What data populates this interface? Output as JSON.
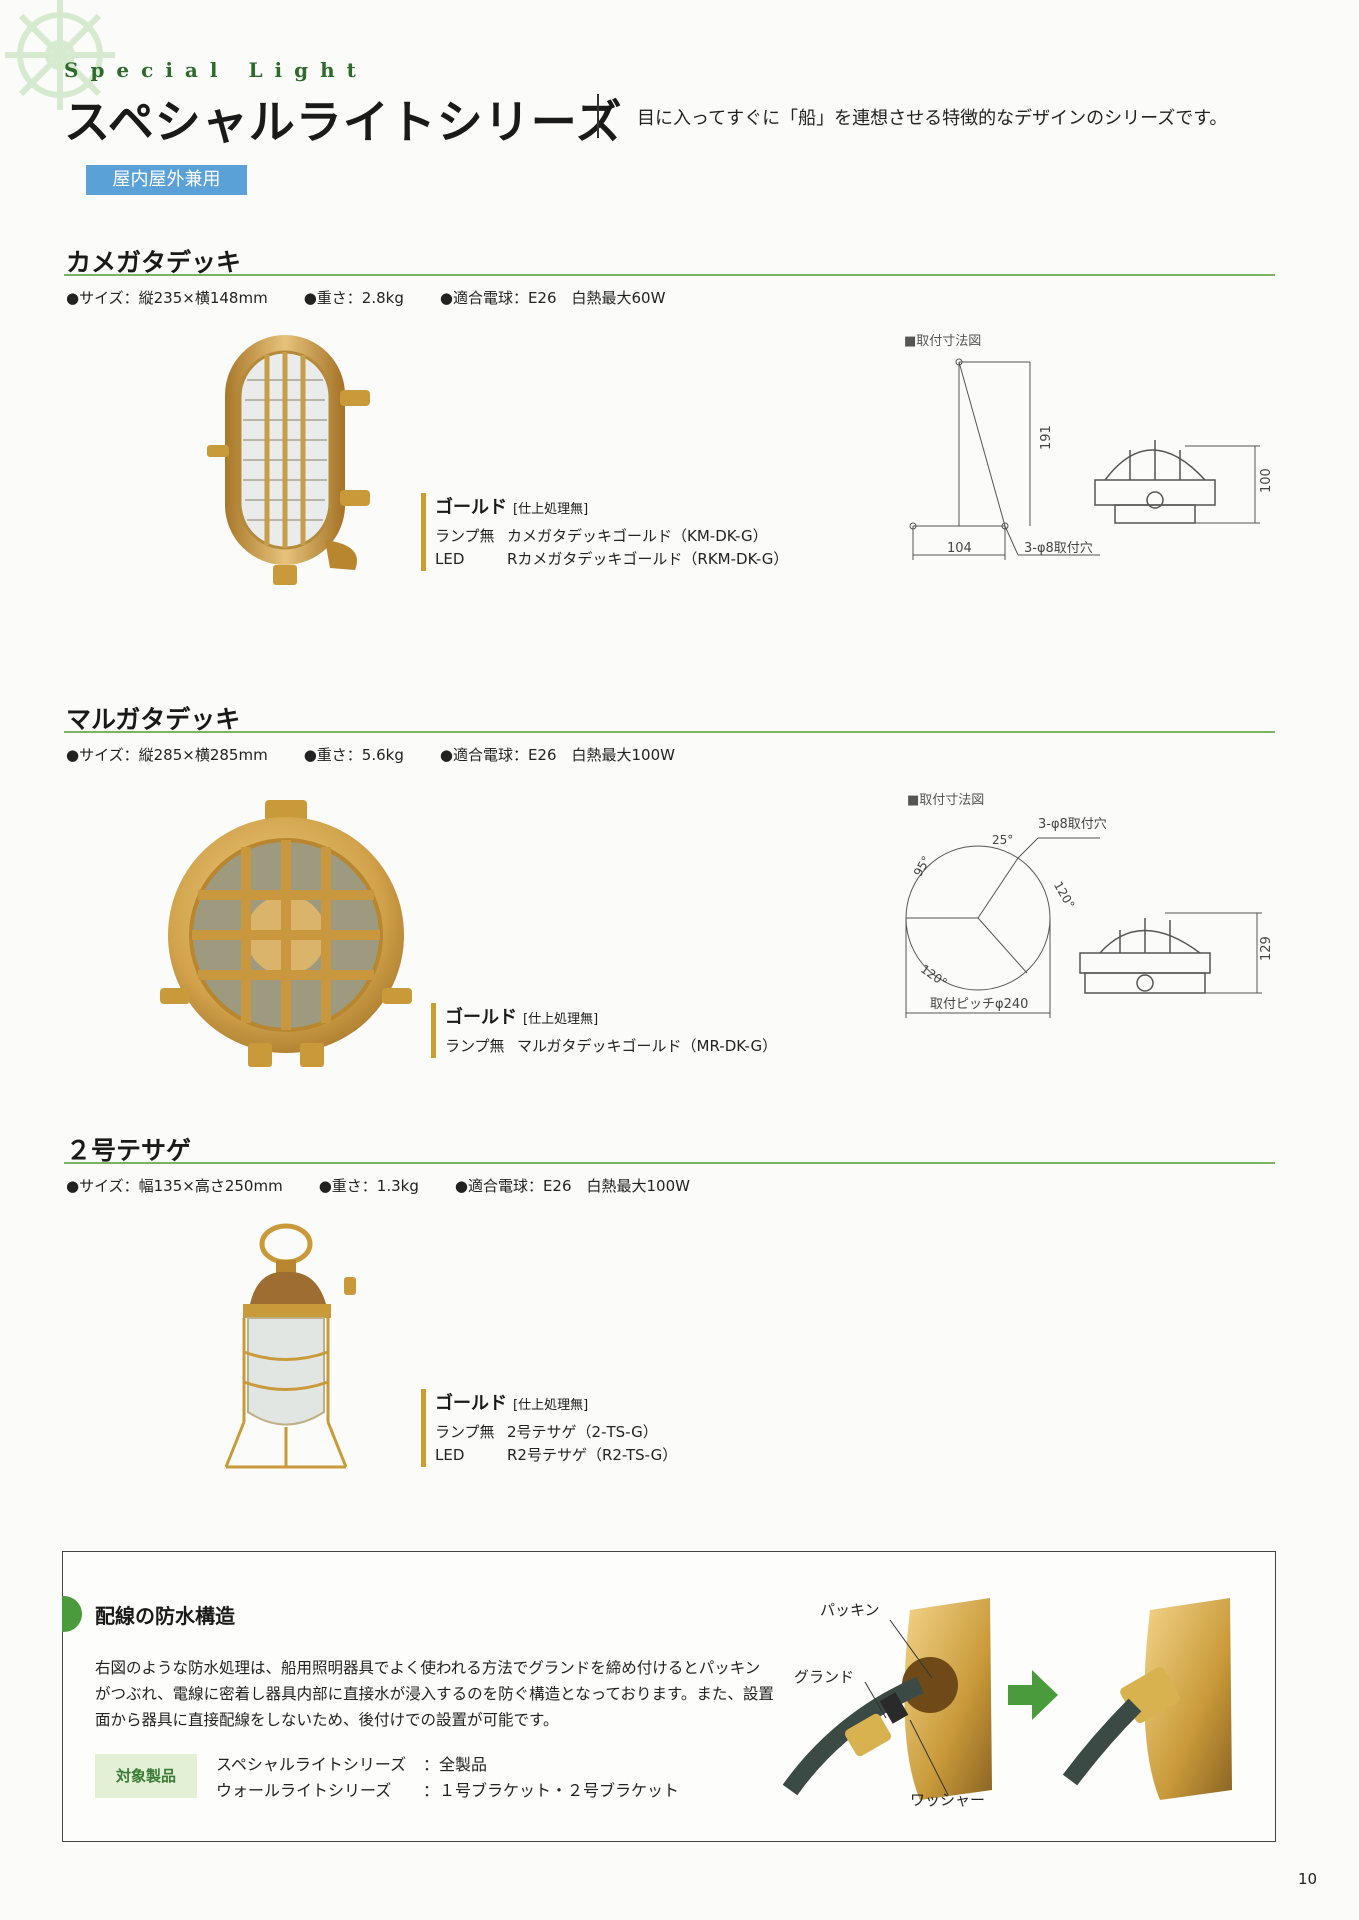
{
  "header": {
    "series_en": "Special Light",
    "series_jp": "スペシャルライトシリーズ",
    "description": "目に入ってすぐに「船」を連想させる特徴的なデザインのシリーズです。",
    "usage_badge": "屋内屋外兼用"
  },
  "products": [
    {
      "name": "カメガタデッキ",
      "specs": [
        "●サイズ：縦235×横148mm",
        "●重さ：2.8kg",
        "●適合電球：E26　白熱最大60W"
      ],
      "finish": "ゴールド",
      "finish_note": "[仕上処理無]",
      "variants": [
        {
          "label": "ランプ無",
          "text": "カメガタデッキゴールド（KM-DK-G）"
        },
        {
          "label": "LED",
          "text": "Rカメガタデッキゴールド（RKM-DK-G）"
        }
      ],
      "diagram": {
        "title": "■取付寸法図",
        "labels": [
          "191",
          "104",
          "3-φ8取付穴",
          "100"
        ]
      }
    },
    {
      "name": "マルガタデッキ",
      "specs": [
        "●サイズ：縦285×横285mm",
        "●重さ：5.6kg",
        "●適合電球：E26　白熱最大100W"
      ],
      "finish": "ゴールド",
      "finish_note": "[仕上処理無]",
      "variants": [
        {
          "label": "ランプ無",
          "text": "マルガタデッキゴールド（MR-DK-G）"
        }
      ],
      "diagram": {
        "title": "■取付寸法図",
        "labels": [
          "3-φ8取付穴",
          "25°",
          "95°",
          "120°",
          "120°",
          "129",
          "取付ピッチφ240"
        ]
      }
    },
    {
      "name": "２号テサゲ",
      "specs": [
        "●サイズ：幅135×高さ250mm",
        "●重さ：1.3kg",
        "●適合電球：E26　白熱最大100W"
      ],
      "finish": "ゴールド",
      "finish_note": "[仕上処理無]",
      "variants": [
        {
          "label": "ランプ無",
          "text": "2号テサゲ（2-TS-G）"
        },
        {
          "label": "LED",
          "text": "R2号テサゲ（R2-TS-G）"
        }
      ]
    }
  ],
  "waterproof": {
    "title": "配線の防水構造",
    "body": "右図のような防水処理は、船用照明器具でよく使われる方法でグランドを締め付けるとパッキンがつぶれ、電線に密着し器具内部に直接水が浸入するのを防ぐ構造となっております。また、設置面から器具に直接配線をしないため、後付けでの設置が可能です。",
    "target_label": "対象製品",
    "targets": [
      {
        "category": "スペシャルライトシリーズ",
        "items": "：全製品"
      },
      {
        "category": "ウォールライトシリーズ",
        "items": "：１号ブラケット・２号ブラケット"
      }
    ],
    "callouts": {
      "packing": "パッキン",
      "gland": "グランド",
      "washer": "ワッシャー"
    }
  },
  "page_number": "10",
  "colors": {
    "accent_green": "#7bb360",
    "badge_blue": "#5aa1d8",
    "gold_bar": "#c9a030",
    "brass": "#c99a3a"
  }
}
